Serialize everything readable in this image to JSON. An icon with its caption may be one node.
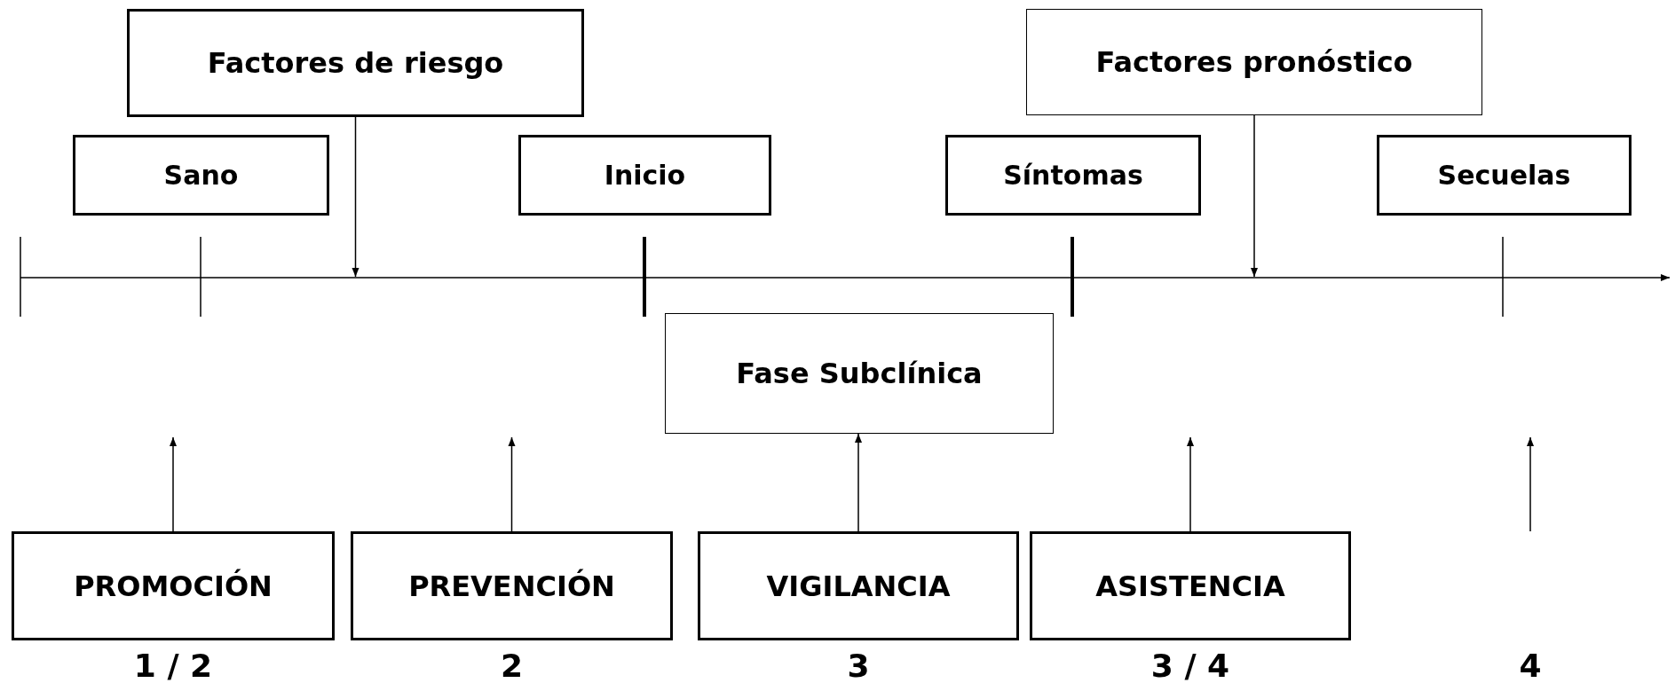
{
  "diagram": {
    "nodes": [
      {
        "text": [
          "Factores de riesgo"
        ]
      },
      {
        "text": [
          "Factores pronóstico"
        ]
      },
      {
        "text": [
          "Sano"
        ]
      },
      {
        "text": [
          "Inicio"
        ]
      },
      {
        "text": [
          "Síntomas"
        ]
      },
      {
        "text": [
          "Secuelas"
        ]
      },
      {
        "text": [
          "Fase Subclínica"
        ]
      },
      {
        "text": [
          "PROMOCIÓN"
        ],
        "beside": [
          "1 / 2"
        ]
      },
      {
        "text": [
          "PREVENCIÓN"
        ],
        "beside": [
          "2"
        ]
      },
      {
        "text": [
          "VIGILANCIA"
        ],
        "beside": [
          "3"
        ]
      },
      {
        "text": [
          "ASISTENCIA"
        ],
        "beside": [
          "3 / 4"
        ]
      }
    ],
    "edges": [
      {
        "from": 0,
        "to": null,
        "arrow": "to"
      },
      {
        "from": 1,
        "to": null,
        "arrow": "to"
      },
      {
        "from": 7,
        "to": null,
        "arrow": "to"
      },
      {
        "from": 8,
        "to": null,
        "arrow": "to"
      },
      {
        "from": 9,
        "to": 6,
        "arrow": "to"
      },
      {
        "from": 10,
        "to": null,
        "arrow": "to"
      }
    ],
    "labels": [
      "4"
    ]
  }
}
